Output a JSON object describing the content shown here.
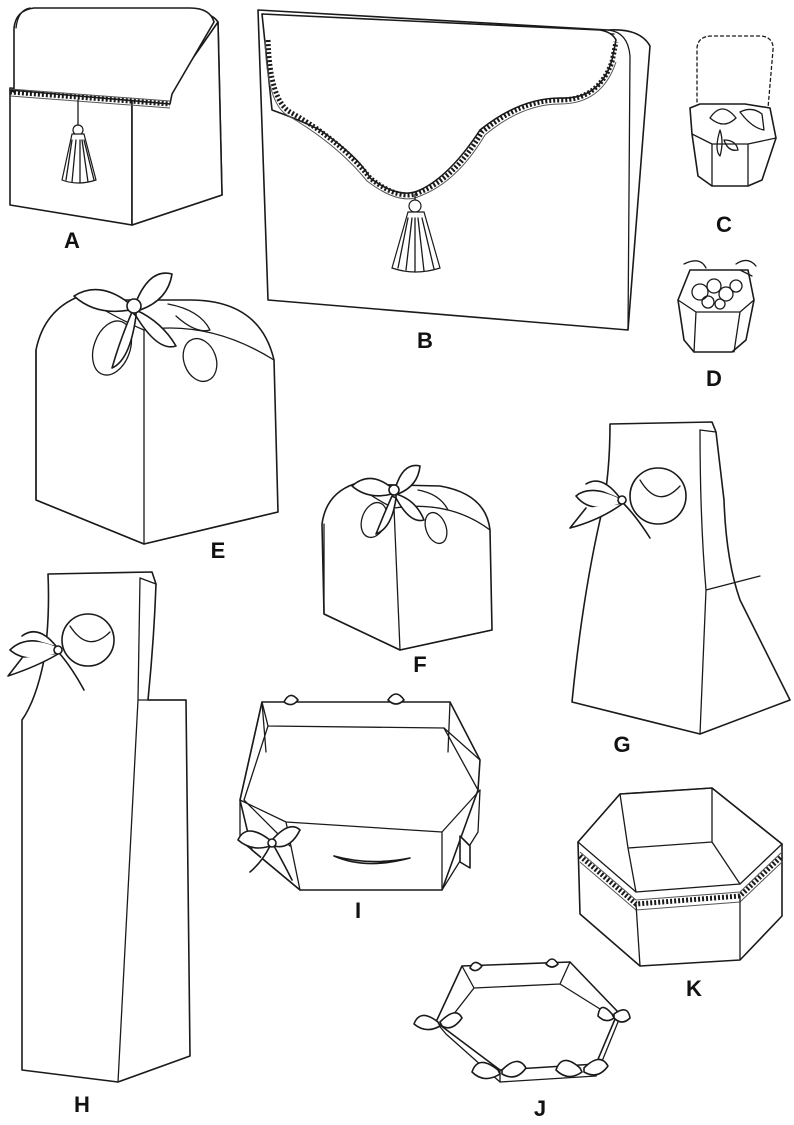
{
  "figures": [
    {
      "id": "A",
      "label": "A"
    },
    {
      "id": "B",
      "label": "B"
    },
    {
      "id": "C",
      "label": "C"
    },
    {
      "id": "D",
      "label": "D"
    },
    {
      "id": "E",
      "label": "E"
    },
    {
      "id": "F",
      "label": "F"
    },
    {
      "id": "G",
      "label": "G"
    },
    {
      "id": "H",
      "label": "H"
    },
    {
      "id": "I",
      "label": "I"
    },
    {
      "id": "J",
      "label": "J"
    },
    {
      "id": "K",
      "label": "K"
    }
  ],
  "colors": {
    "ink": "#1a1a1a",
    "paper": "#ffffff"
  }
}
